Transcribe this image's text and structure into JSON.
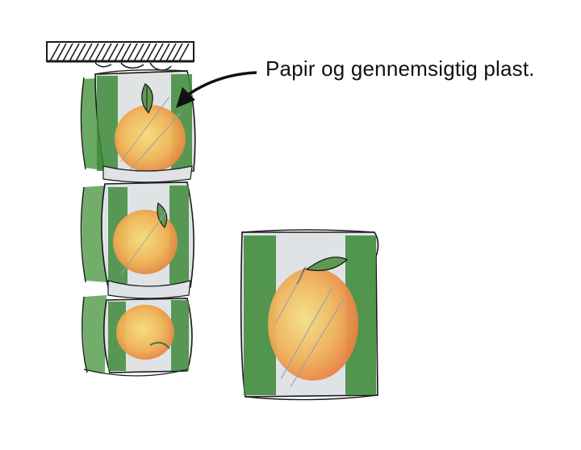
{
  "caption": "Papir og gennemsigtig plast.",
  "colors": {
    "ink": "#1a1a1a",
    "paper_green": "#3f8a3a",
    "paper_green_light": "#6aa85a",
    "plastic": "#d9dde0",
    "fruit_yellow": "#f0c25a",
    "fruit_orange": "#e98a45",
    "leaf": "#5f9a52"
  },
  "icons": [
    "ceiling-hatch",
    "arrow-icon",
    "hanging-fruit-bags",
    "single-fruit-bag"
  ]
}
